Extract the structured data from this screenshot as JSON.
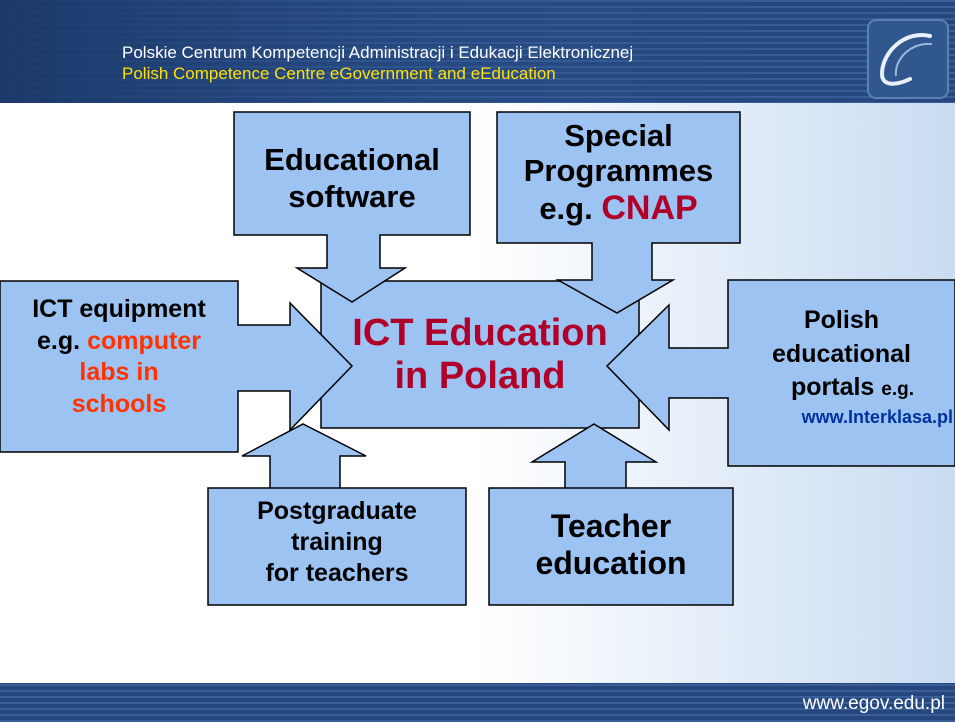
{
  "header": {
    "line_pl": "Polskie Centrum Kompetencji Administracji i Edukacji Elektronicznej",
    "line_en": "Polish Competence Centre eGovernment and eEducation",
    "logo_icon": "ecom-logo-icon"
  },
  "footer": {
    "url": "www.egov.edu.pl"
  },
  "diagram": {
    "center": {
      "line1": "ICT Education",
      "line2": "in Poland"
    },
    "educational_software": {
      "line1": "Educational",
      "line2": "software"
    },
    "special_programmes": {
      "line1": "Special",
      "line2": "Programmes",
      "line3_prefix": "e.g.",
      "line3_highlight": "CNAP"
    },
    "ict_equipment": {
      "line1": "ICT equipment",
      "line2_prefix": "e.g.",
      "line2_highlight": "computer",
      "line3": "labs in",
      "line4": "schools"
    },
    "polish_portals": {
      "line1": "Polish",
      "line2": "educational",
      "line3": "portals",
      "line3_suffix": "e.g.",
      "line4": "www.Interklasa.pl"
    },
    "postgraduate_training": {
      "line1": "Postgraduate",
      "line2": "training",
      "line3": "for teachers"
    },
    "teacher_education": {
      "line1": "Teacher",
      "line2": "education"
    }
  },
  "colors": {
    "box_fill": "#9DC3F2",
    "box_stroke": "#000000",
    "highlight_red": "#B0002A",
    "highlight_orange": "#FF3300",
    "link_blue": "#0033A0",
    "band_dark": "#1F3F73",
    "header_accent": "#FFE000"
  }
}
